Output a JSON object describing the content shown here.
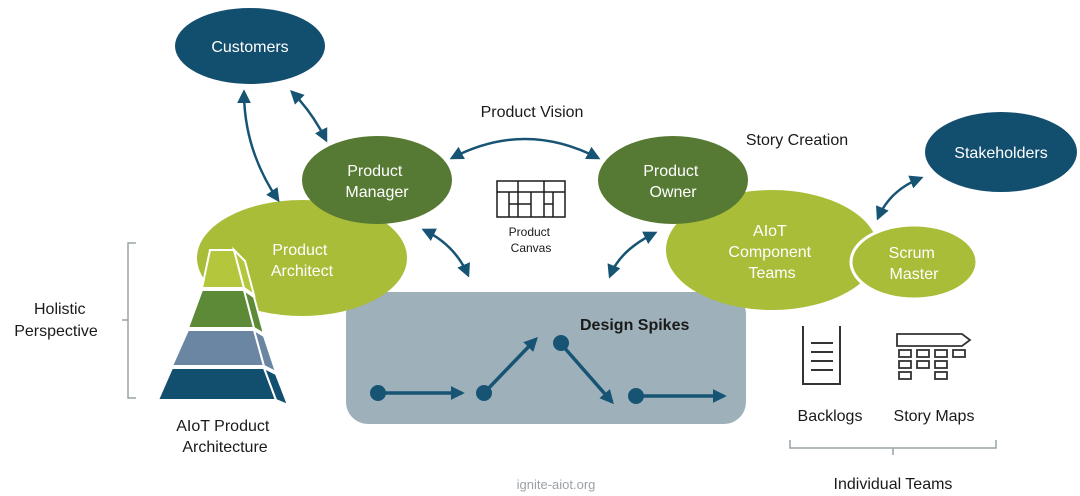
{
  "colors": {
    "navy": "#124e6e",
    "dark_green": "#567a33",
    "light_green": "#a9bd38",
    "spike_box": "#9eb1ba",
    "arrow": "#175474",
    "pyramid_lime": "#b4c63c",
    "pyramid_green": "#5d8a36",
    "pyramid_steel": "#6a86a2",
    "pyramid_navy": "#124e6e"
  },
  "nodes": {
    "customers": "Customers",
    "stakeholders": "Stakeholders",
    "product_manager": [
      "Product",
      "Manager"
    ],
    "product_owner": [
      "Product",
      "Owner"
    ],
    "product_architect": [
      "Product",
      "Architect"
    ],
    "component_teams": [
      "AIoT",
      "Component",
      "Teams"
    ],
    "scrum_master": [
      "Scrum",
      "Master"
    ]
  },
  "labels": {
    "product_vision": "Product Vision",
    "story_creation": "Story Creation",
    "product_canvas": [
      "Product",
      "Canvas"
    ],
    "design_spikes": "Design Spikes",
    "holistic_perspective": [
      "Holistic",
      "Perspective"
    ],
    "product_architecture": [
      "AIoT Product",
      "Architecture"
    ],
    "backlogs": "Backlogs",
    "story_maps": "Story Maps",
    "individual_teams": "Individual Teams",
    "footer": "ignite-aiot.org"
  },
  "icons": {
    "canvas": "product-canvas-icon",
    "backlog": "backlog-list-icon",
    "story_map": "story-map-icon",
    "pyramid": "architecture-pyramid-icon"
  }
}
